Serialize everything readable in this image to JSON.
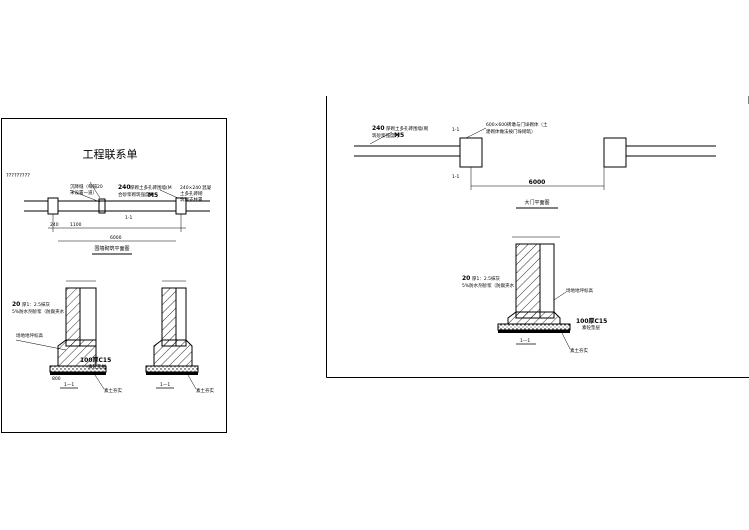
{
  "left_sheet": {
    "title": "工程联系单",
    "mark": "?????????",
    "note_left": [
      "沉降缝（每隔20",
      "米设置一道）"
    ],
    "note_mid_num": "240",
    "note_mid": [
      "厚砌土多孔砖围墙(M",
      "合砂浆砌筑强度为"
    ],
    "note_mid_grade": "M5",
    "note_right_num": "240×240",
    "note_right": [
      "混凝",
      "土多孔砖砌",
      "筑端支柱置"
    ],
    "axis_label": "1-1",
    "dim_a": "240",
    "dim_b": "1100",
    "dim_total": "6000",
    "caption_plan": "围墙砌筑平面图",
    "sec_note_num": "20",
    "sec_note": [
      "厚1：2.5抹灰",
      "5%防水剂砂浆（防腐夹水"
    ],
    "label_ground": "场地地坪标高",
    "concrete": "100厚C15",
    "cushion": "素砼垫层",
    "section_label": "1—1",
    "soil": "素土夯实",
    "dim_bottom": "800"
  },
  "right_sheet": {
    "note_left_num": "240",
    "note_left": [
      "厚砌土多孔砖围墙(砌",
      "筑砂浆强度为"
    ],
    "note_left_grade": "M5",
    "note_right": [
      "600×600砖墩与门垛砌体（土",
      "建砌体做法按门垛砌筑）"
    ],
    "axis_label": "1-1",
    "gap_dim": "6000",
    "caption_plan": "大门平面图",
    "sec_note_num": "20",
    "sec_note": [
      "厚1：2.5抹灰",
      "5%防水剂砂浆（防腐夹水"
    ],
    "label_ground": "场地地坪标高",
    "concrete": "100厚C15",
    "cushion": "素砼垫层",
    "section_label": "1—1",
    "soil": "素土夯实"
  }
}
